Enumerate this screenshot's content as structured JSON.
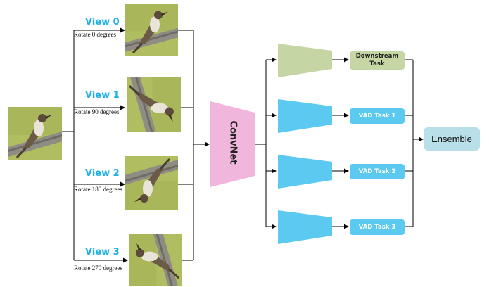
{
  "views": [
    {
      "label": "View 0",
      "rotation_text": "Rotate 0 degrees",
      "rotation_deg": 0
    },
    {
      "label": "View 1",
      "rotation_text": "Rotate 90 degrees",
      "rotation_deg": 90
    },
    {
      "label": "View 2",
      "rotation_text": "Rotate 180 degrees",
      "rotation_deg": 180
    },
    {
      "label": "View 3",
      "rotation_text": "Rotate 270 degrees",
      "rotation_deg": 270
    }
  ],
  "backbone": {
    "label": "ConvNet",
    "color": "#f0b6dc"
  },
  "heads": [
    {
      "label_line1": "Downstream",
      "label_line2": "Task",
      "color": "#c5d6a4"
    },
    {
      "label_line1": "VAD Task 1",
      "label_line2": "",
      "color": "#5ccaf0"
    },
    {
      "label_line1": "VAD Task 2",
      "label_line2": "",
      "color": "#5ccaf0"
    },
    {
      "label_line1": "VAD Task 3",
      "label_line2": "",
      "color": "#5ccaf0"
    }
  ],
  "ensemble": {
    "label": "Ensemble",
    "color": "#b9dfe8"
  },
  "colors": {
    "view_label": "#1fb1e6",
    "line": "#000000"
  }
}
